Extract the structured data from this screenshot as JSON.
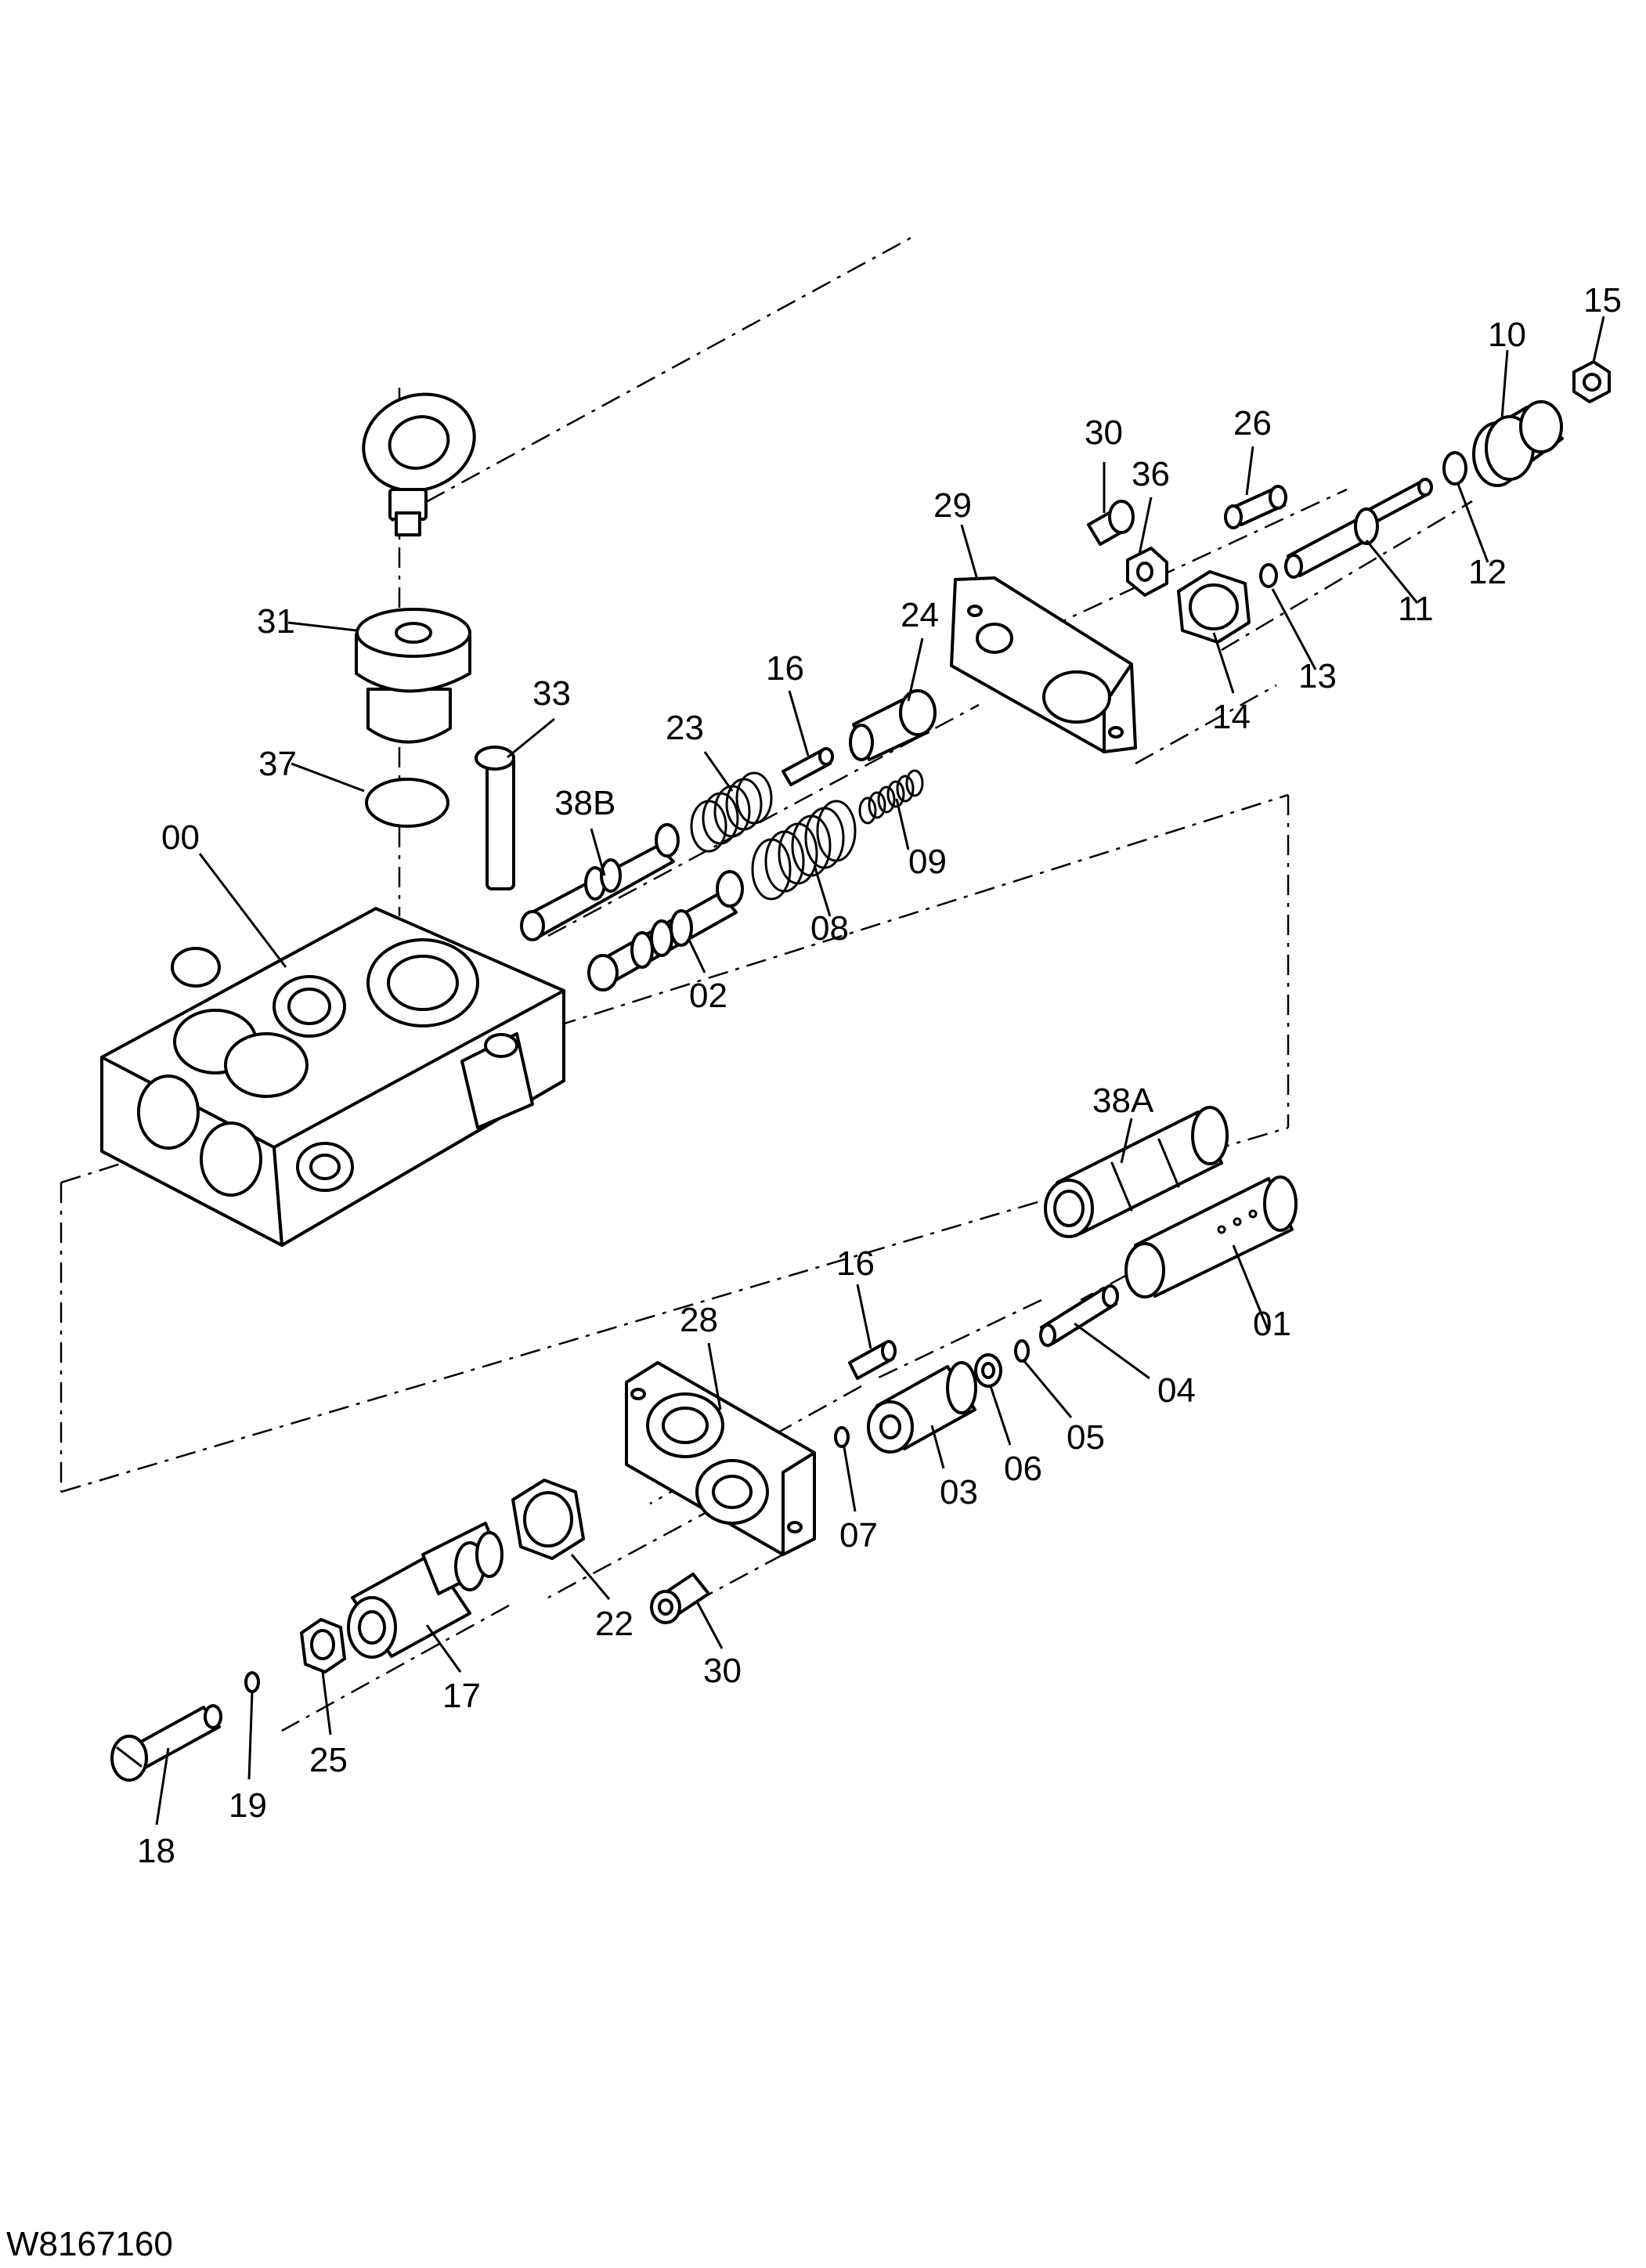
{
  "drawing_id": "W8167160",
  "labels": {
    "p00": "00",
    "p01": "01",
    "p02": "02",
    "p03": "03",
    "p04": "04",
    "p05": "05",
    "p06": "06",
    "p07": "07",
    "p08": "08",
    "p09": "09",
    "p10": "10",
    "p11": "11",
    "p12": "12",
    "p13": "13",
    "p14": "14",
    "p15": "15",
    "p16a": "16",
    "p16b": "16",
    "p17": "17",
    "p18": "18",
    "p19": "19",
    "p22": "22",
    "p23": "23",
    "p24": "24",
    "p25": "25",
    "p26": "26",
    "p28": "28",
    "p29": "29",
    "p30a": "30",
    "p30b": "30",
    "p31": "31",
    "p33": "33",
    "p36": "36",
    "p37": "37",
    "p38A": "38A",
    "p38B": "38B"
  }
}
